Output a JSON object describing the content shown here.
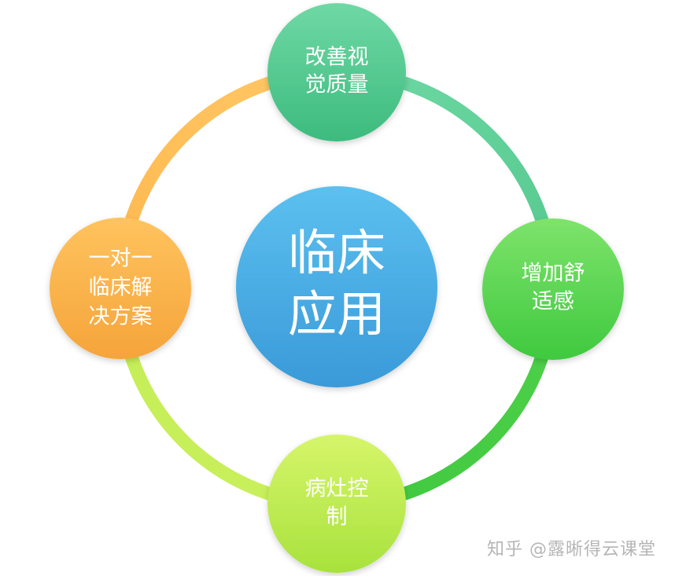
{
  "center": {
    "lines": [
      "临床",
      "应用"
    ],
    "color_top": "#5cc0ef",
    "color_bottom": "#3a9ad9"
  },
  "nodes": {
    "top": {
      "lines": [
        "改善视",
        "觉质量"
      ],
      "color_top": "#6fd8a4",
      "color_bottom": "#3dbb7f"
    },
    "right": {
      "lines": [
        "增加舒",
        "适感"
      ],
      "color_top": "#7ee36b",
      "color_bottom": "#3fc93f"
    },
    "bottom": {
      "lines": [
        "病灶控",
        "制"
      ],
      "color_top": "#d6f56a",
      "color_bottom": "#a8e23d"
    },
    "left": {
      "lines": [
        "一对一",
        "临床解",
        "决方案"
      ],
      "color_top": "#ffc35e",
      "color_bottom": "#f5a43a"
    }
  },
  "ring": {
    "segments": [
      {
        "from": "top",
        "to": "right",
        "color_from": "#6fd8a4",
        "color_to": "#55c98f"
      },
      {
        "from": "right",
        "to": "bottom",
        "color_from": "#4fd04a",
        "color_to": "#3fc93f"
      },
      {
        "from": "bottom",
        "to": "left",
        "color_from": "#c9f05c",
        "color_to": "#c4ee57"
      },
      {
        "from": "left",
        "to": "top",
        "color_from": "#ffb84f",
        "color_to": "#ffc866"
      }
    ]
  },
  "watermark": "知乎 @露晰得云课堂"
}
